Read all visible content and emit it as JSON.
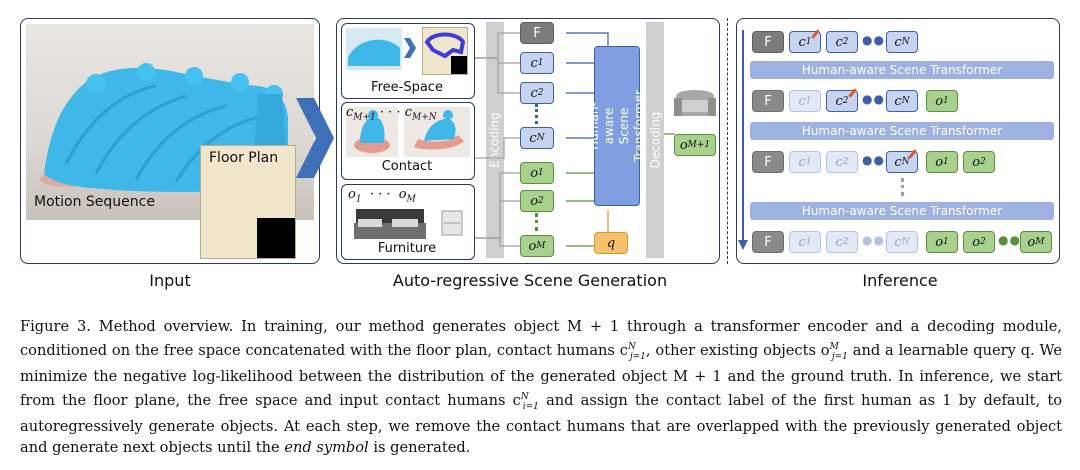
{
  "figure": {
    "panels": {
      "input": {
        "label": "Input",
        "motion_label": "Motion Sequence",
        "floor_plan_label": "Floor Plan"
      },
      "generation": {
        "label": "Auto-regressive Scene Generation",
        "free_space_label": "Free-Space",
        "contact_label": "Contact",
        "contact_tokens": [
          "c",
          "M+1",
          "· · ·",
          "c",
          "M+N"
        ],
        "furniture_label": "Furniture",
        "furniture_tokens": [
          "o",
          "1",
          "· · ·",
          "o",
          "M"
        ],
        "encoding_label": "Encoding",
        "transformer_label": "Human-aware Scene Transformer",
        "decoding_label": "Decoding",
        "tokens": {
          "f": "F",
          "c1": "c",
          "c1_sub": "1",
          "c2": "c",
          "c2_sub": "2",
          "cN": "c",
          "cN_sub": "N",
          "o1": "o",
          "o1_sub": "1",
          "o2": "o",
          "o2_sub": "2",
          "oM": "o",
          "oM_sub": "M",
          "q": "q",
          "out": "o",
          "out_sub": "M+1"
        }
      },
      "inference": {
        "label": "Inference",
        "transformer_label": "Human-aware Scene Transformer",
        "f": "F",
        "c": "c",
        "o": "o",
        "sub_1": "1",
        "sub_2": "2",
        "sub_N": "N",
        "sub_M": "M"
      }
    },
    "colors": {
      "frame": "#2b3a55",
      "contact_token": "#c7d4f0",
      "object_token": "#a9d18e",
      "query_token": "#f5c16c",
      "transformer": "#7f9fe0",
      "mesh": "#3fb7e8"
    }
  },
  "caption": {
    "prefix": "Figure 3.",
    "text": "Method overview. In training, our method generates object M + 1 through a transformer encoder and a decoding module, conditioned on the free space concatenated with the floor plan, contact humans c",
    "sup_cj": "N",
    "sub_cj": "j=1",
    "part2": ", other existing objects o",
    "sup_oj": "M",
    "sub_oj": "j=1",
    "part3": " and a learnable query q. We minimize the negative log-likelihood between the distribution of the generated object M + 1 and the ground truth. In inference, we start from the floor plane, the free space and input contact humans c",
    "sup_ci": "N",
    "sub_ci": "i=1",
    "part4": " and assign the contact label of the first human as 1 by default, to autoregressively generate objects. At each step, we remove the contact humans that are overlapped with the previously generated object and generate next objects until the ",
    "end_symbol": "end symbol",
    "part5": " is generated."
  }
}
